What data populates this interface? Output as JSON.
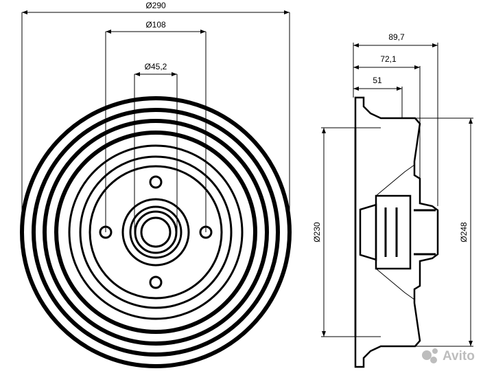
{
  "drawing": {
    "front_view": {
      "dim_overall_diameter": "Ø290",
      "dim_bolt_circle": "Ø108",
      "dim_center_bore": "Ø45,2"
    },
    "side_view": {
      "dim_total_height": "89,7",
      "dim_hub_height": "72,1",
      "dim_inner_depth": "51",
      "dim_inner_diameter": "Ø230",
      "dim_outer_drum_diameter": "Ø248"
    }
  },
  "watermark": {
    "text": "Avito",
    "color": "#bdbdbd"
  }
}
